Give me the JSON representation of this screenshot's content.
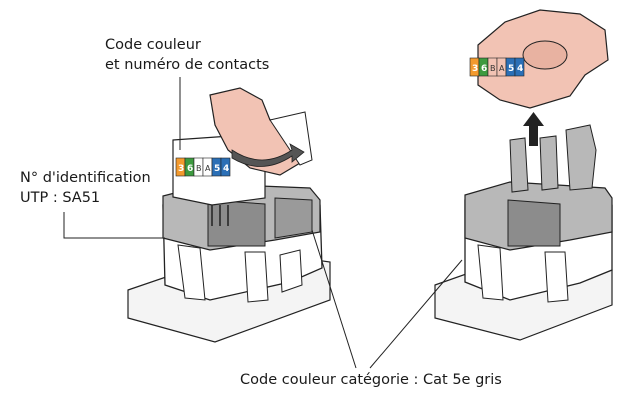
{
  "labels": {
    "code_couleur_line1": "Code couleur",
    "code_couleur_line2": "et numéro de contacts",
    "identification_line1": "N° d'identification",
    "identification_line2": "UTP : SA51",
    "category_code": "Code couleur catégorie : Cat 5e gris"
  },
  "contact_codes": {
    "left": [
      "3",
      "6",
      "B",
      "A",
      "5",
      "4"
    ],
    "right": [
      "3",
      "6",
      "B",
      "A",
      "5",
      "4"
    ]
  },
  "colors": {
    "cap": "#f2c3b4",
    "body_gray": "#b8b8b8",
    "body_dark": "#8c8c8c",
    "orange": "#f39a2e",
    "green": "#3d9a3f",
    "blue": "#2b6fb6",
    "outline": "#222222"
  },
  "icons": [
    "arrow-up-icon",
    "rotate-arrow-icon"
  ]
}
